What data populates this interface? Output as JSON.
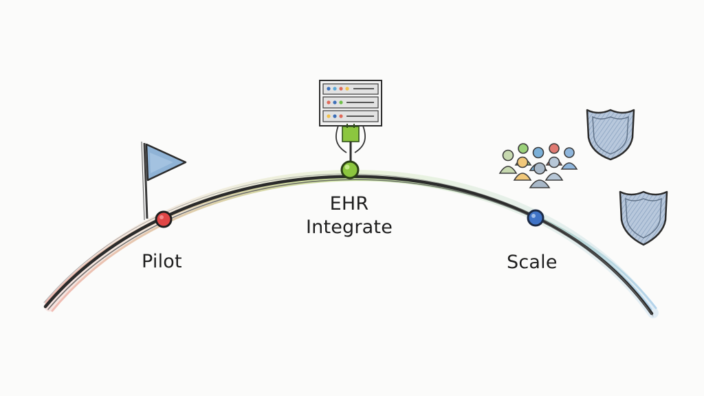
{
  "milestones": [
    {
      "id": "pilot",
      "label": "Pilot",
      "dot_color": "#d63a3a",
      "icon": "flag-icon"
    },
    {
      "id": "integrate",
      "label_line1": "EHR",
      "label_line2": "Integrate",
      "dot_color": "#7cbf3a",
      "icon": "server-rack-icon"
    },
    {
      "id": "scale",
      "label": "Scale",
      "dot_color": "#3f73c6",
      "icon": "people-group-icon"
    }
  ],
  "decorations": {
    "shield_count": 2,
    "arc_gradient": [
      "#e8877a",
      "#a6d35a",
      "#7ab4e0"
    ]
  }
}
